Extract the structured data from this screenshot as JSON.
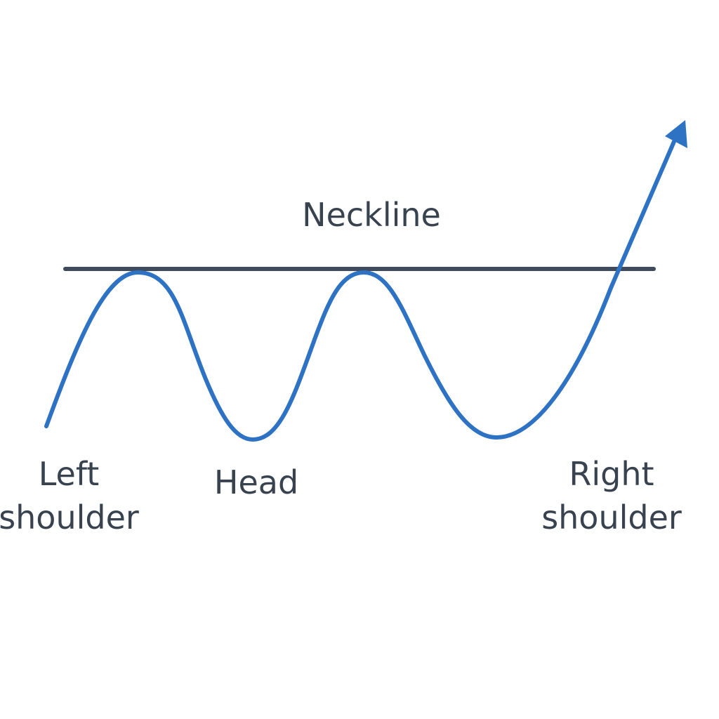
{
  "diagram": {
    "neckline_label": "Neckline",
    "left_label": {
      "line1": "Left",
      "line2": "shoulder"
    },
    "head_label": "Head",
    "right_label": {
      "line1": "Right",
      "line2": "shoulder"
    }
  },
  "colors": {
    "price_line": "#2E72C3",
    "neckline": "#3F4A5A",
    "text": "#39424F",
    "background": "#FFFFFF"
  }
}
